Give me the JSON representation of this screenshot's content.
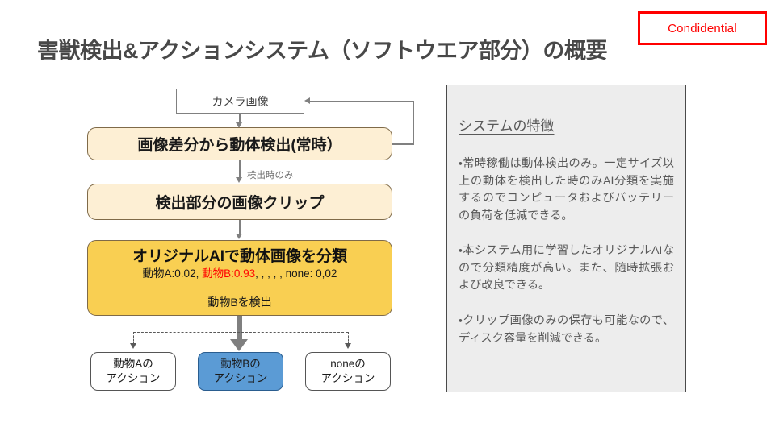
{
  "stamp": {
    "label": "Condidential",
    "color": "#ff0000"
  },
  "title": "害獣検出&アクションシステム（ソフトウエア部分）の概要",
  "flow": {
    "camera": "カメラ画像",
    "motion_detect": "画像差分から動体検出(常時）",
    "edge_label_detect_only": "検出時のみ",
    "clip": "検出部分の画像クリップ",
    "ai": {
      "title": "オリジナルAIで動体画像を分類",
      "probs_prefix": "動物A:0.02, ",
      "probs_highlight": "動物B:0.93",
      "probs_suffix": ", , , , , none: 0,02",
      "highlight_color": "#ff0000",
      "result": "動物Bを検出"
    },
    "actions": [
      {
        "line1": "動物Aの",
        "line2": "アクション",
        "selected": false
      },
      {
        "line1": "動物Bの",
        "line2": "アクション",
        "selected": true
      },
      {
        "line1": "noneの",
        "line2": "アクション",
        "selected": false
      }
    ],
    "action_selected_color": "#5b9bd5"
  },
  "features": {
    "title": "システムの特徴",
    "items": [
      "・常時稼働は動体検出のみ。一定サイズ以上の動体を検出した時のみAI分類を実施するのでコンピュータおよびバッテリーの負荷を低減できる。",
      "・本システム用に学習したオリジナルAIなので分類精度が高い。また、随時拡張および改良できる。",
      "・クリップ画像のみの保存も可能なので、ディスク容量を削減できる。"
    ]
  }
}
